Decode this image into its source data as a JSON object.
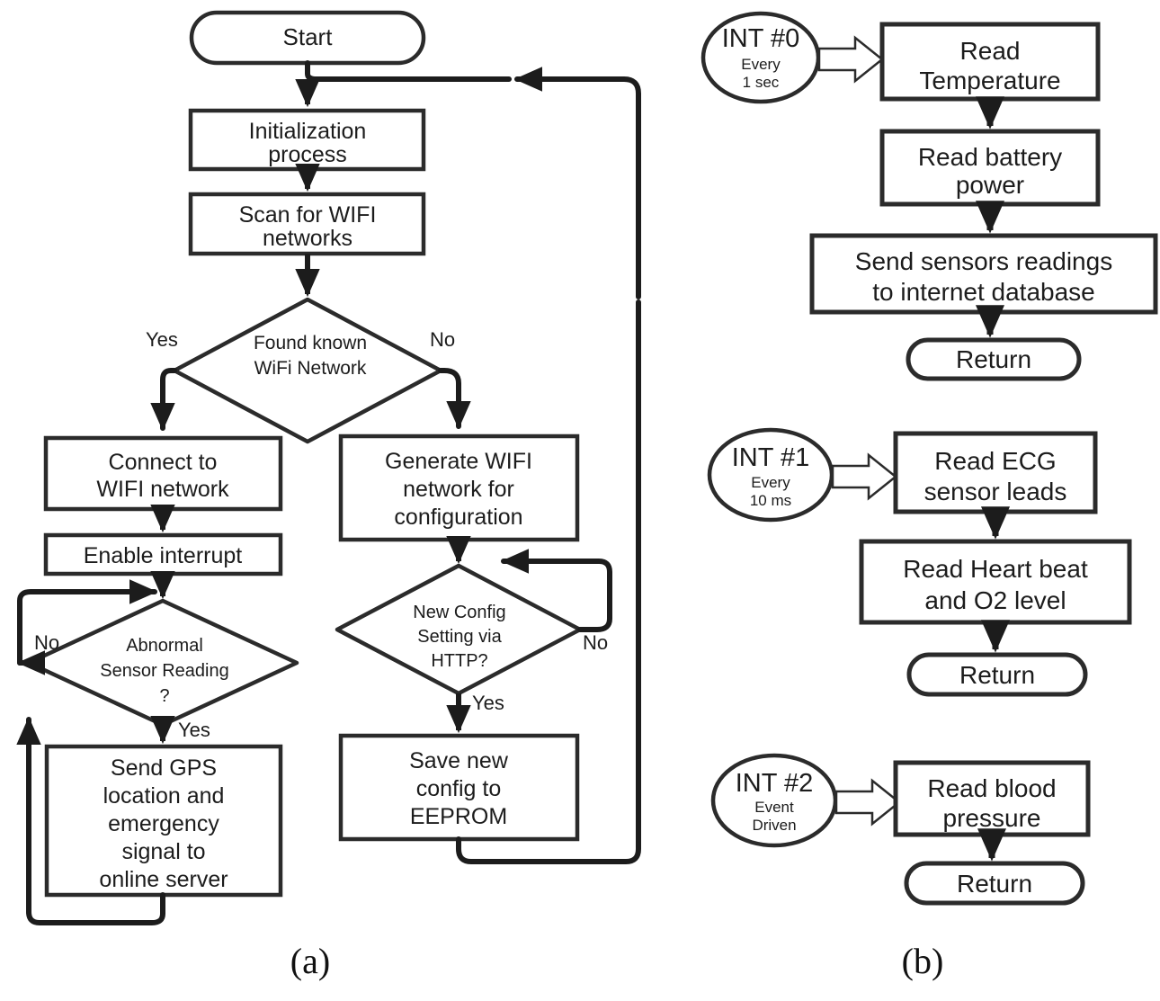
{
  "figure": {
    "panel_a_label": "(a)",
    "panel_b_label": "(b)"
  },
  "colors": {
    "stroke": "#2b2b2b",
    "text": "#1c1c1c",
    "fill": "#ffffff"
  },
  "panel_a": {
    "name": "Main program flowchart",
    "nodes": {
      "start": "Start",
      "initialization": [
        "Initialization",
        "process"
      ],
      "scan_wifi": [
        "Scan for WIFI",
        "networks"
      ],
      "found_network": [
        "Found known",
        "WiFi Network"
      ],
      "connect_wifi": [
        "Connect to",
        "WIFI network"
      ],
      "enable_interrupt": [
        "Enable  interrupt"
      ],
      "abnormal_reading": [
        "Abnormal",
        "Sensor Reading",
        "?"
      ],
      "send_gps": [
        "Send GPS",
        "location and",
        "emergency",
        "signal to",
        "online server"
      ],
      "generate_wifi": [
        "Generate WIFI",
        "network for",
        "configuration"
      ],
      "new_config": [
        "New Config",
        "Setting via",
        "HTTP?"
      ],
      "save_config": [
        "Save new",
        "config to",
        "EEPROM"
      ]
    },
    "edge_labels": {
      "found_yes": "Yes",
      "found_no": "No",
      "abnormal_no": "No",
      "abnormal_yes": "Yes",
      "config_no": "No",
      "config_yes": "Yes"
    }
  },
  "panel_b": {
    "name": "Interrupt service routines",
    "routines": [
      {
        "trigger_title": "INT #0",
        "trigger_sub": [
          "Every",
          "1 sec"
        ],
        "steps": [
          [
            "Read",
            "Temperature"
          ],
          [
            "Read battery",
            "power"
          ],
          [
            "Send sensors readings",
            "to internet database"
          ]
        ],
        "terminator": "Return"
      },
      {
        "trigger_title": "INT #1",
        "trigger_sub": [
          "Every",
          "10 ms"
        ],
        "steps": [
          [
            "Read ECG",
            "sensor leads"
          ],
          [
            "Read Heart beat",
            "and O2 level"
          ]
        ],
        "terminator": "Return"
      },
      {
        "trigger_title": "INT #2",
        "trigger_sub": [
          "Event",
          "Driven"
        ],
        "steps": [
          [
            "Read blood",
            "pressure"
          ]
        ],
        "terminator": "Return"
      }
    ]
  }
}
